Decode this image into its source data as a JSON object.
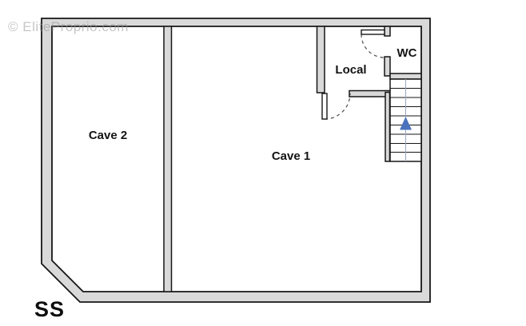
{
  "plan": {
    "level_label": "SS",
    "watermark": "© EliteProprio.com",
    "rooms": [
      {
        "id": "cave-2",
        "label": "Cave 2"
      },
      {
        "id": "cave-1",
        "label": "Cave 1"
      },
      {
        "id": "local",
        "label": "Local"
      },
      {
        "id": "wc",
        "label": "WC"
      }
    ],
    "stairs": {
      "direction": "up",
      "treads": 9
    },
    "colors": {
      "wall_fill": "#d9d9d9",
      "wall_stroke": "#161616",
      "arrow_color": "#4a72bd",
      "label_color": "#141414"
    }
  }
}
